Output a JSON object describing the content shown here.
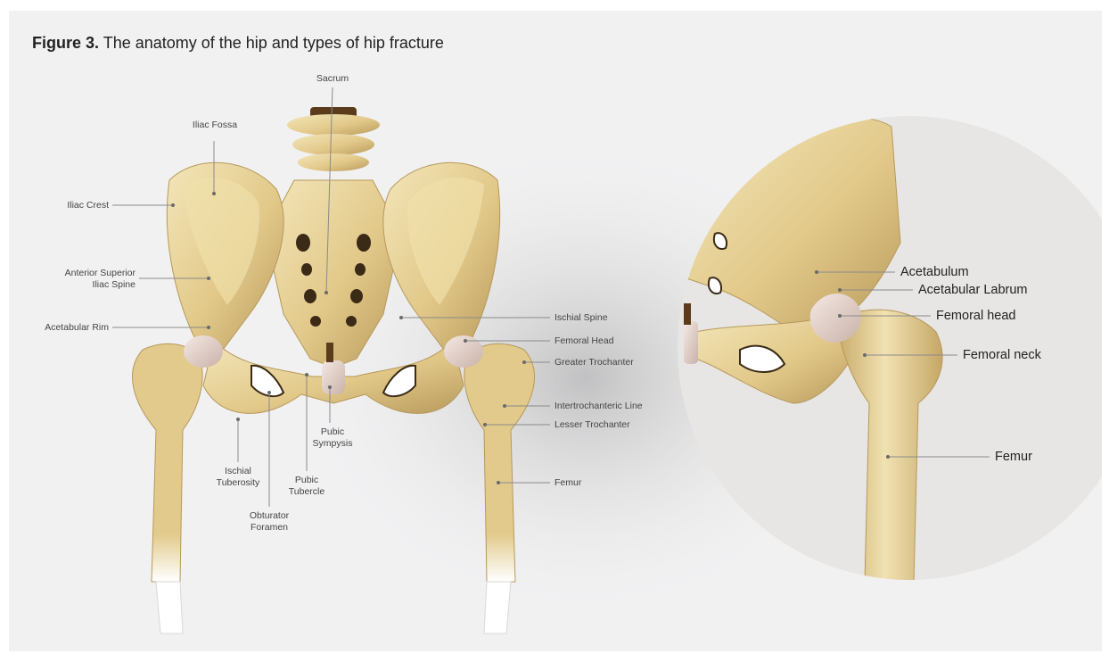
{
  "figure": {
    "number": "Figure 3.",
    "caption": "The anatomy of the hip and types of hip fracture"
  },
  "labels_left": {
    "sacrum": "Sacrum",
    "iliac_fossa": "Iliac Fossa",
    "iliac_crest": "Iliac Crest",
    "asis_line1": "Anterior Superior",
    "asis_line2": "Iliac Spine",
    "acetabular_rim": "Acetabular Rim",
    "ischial_tuberosity_line1": "Ischial",
    "ischial_tuberosity_line2": "Tuberosity",
    "obturator_line1": "Obturator",
    "obturator_line2": "Foramen",
    "pubic_tubercle_line1": "Pubic",
    "pubic_tubercle_line2": "Tubercle",
    "pubic_symphysis_line1": "Pubic",
    "pubic_symphysis_line2": "Sympysis"
  },
  "labels_right": {
    "ischial_spine": "Ischial Spine",
    "femoral_head": "Femoral Head",
    "greater_trochanter": "Greater Trochanter",
    "intertrochanteric_line": "Intertrochanteric Line",
    "lesser_trochanter": "Lesser Trochanter",
    "femur": "Femur"
  },
  "labels_zoom": {
    "acetabulum": "Acetabulum",
    "acetabular_labrum": "Acetabular Labrum",
    "femoral_head": "Femoral head",
    "femoral_neck": "Femoral neck",
    "femur": "Femur"
  },
  "colors": {
    "bone": "#e3cc8e",
    "bone_dark": "#b6995a",
    "bone_light": "#f2e4b6",
    "cartilage": "#e6d4cc",
    "leader": "#8a8a8a",
    "panel_bg": "#f1f1f2"
  }
}
